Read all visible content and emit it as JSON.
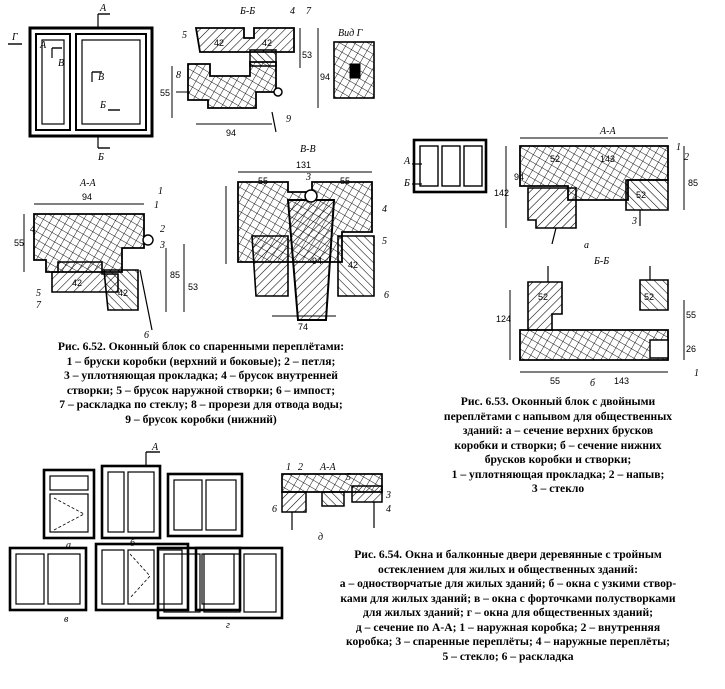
{
  "fig652": {
    "lines": [
      "Рис. 6.52. Оконный блок со спаренными переплётами:",
      "1 – бруски коробки (верхний и боковые); 2 – петля;",
      "3 – уплотняющая прокладка; 4 – брусок внутренней",
      "створки; 5 – брусок наружной створки; 6 – импост;",
      "7 – раскладка по стеклу; 8 – прорези для отвода воды;",
      "9 – брусок коробки (нижний)"
    ],
    "labels": {
      "elev_a1": "А",
      "elev_a2": "А",
      "elev_b1": "Б",
      "elev_b2": "Б",
      "elev_v1": "В",
      "elev_v2": "В",
      "elev_g": "Г",
      "bb": "Б-Б",
      "view_g": "Вид Г",
      "aa": "А-А",
      "vv": "В-В"
    },
    "dims": {
      "bb_42a": "42",
      "bb_42b": "42",
      "bb_53": "53",
      "bb_94v": "94",
      "bb_55": "55",
      "bb_94h": "94",
      "aa_94": "94",
      "aa_55": "55",
      "aa_42a": "42",
      "aa_42b": "42",
      "aa_85": "85",
      "aa_53": "53",
      "vv_131": "131",
      "vv_55a": "55",
      "vv_55b": "55",
      "vv_74": "74",
      "vv_94": "94",
      "vv_42": "42"
    },
    "callouts": {
      "c1": "1",
      "c2": "2",
      "c3": "3",
      "c4": "4",
      "c5": "5",
      "c6": "6",
      "c7": "7",
      "c8": "8",
      "c9": "9",
      "c5b": "5",
      "c4b": "4",
      "c7b": "7",
      "c3v": "3",
      "c4v": "4",
      "c6v": "6",
      "c5v": "5",
      "c1b": "1"
    }
  },
  "fig653": {
    "lines": [
      "Рис. 6.53. Оконный блок с двойными",
      "переплётами с напывом для общественных",
      "зданий: а – сечение верхних брусков",
      "коробки и створки; б – сечение нижних",
      "брусков коробки и створки;",
      "1 – уплотняющая прокладка; 2 – напыв;",
      "3 – стекло"
    ],
    "labels": {
      "aa": "А-А",
      "bb": "Б-Б",
      "a": "а",
      "b": "б",
      "elev_a": "А",
      "elev_b": "Б"
    },
    "dims": {
      "a_52": "52",
      "a_143": "143",
      "a_142": "142",
      "a_94": "94",
      "a_52b": "52",
      "a_85": "85",
      "b_52": "52",
      "b_124": "124",
      "b_52b": "52",
      "b_55": "55",
      "b_143": "143",
      "b_26": "26",
      "b_55b": "55"
    },
    "callouts": {
      "c1": "1",
      "c2": "2",
      "c3": "3",
      "c1b": "1"
    }
  },
  "fig654": {
    "lines": [
      "Рис. 6.54. Окна и балконные двери деревянные с тройным",
      "остеклением для жилых и общественных зданий:",
      "а – одностворчатые для жилых зданий; б – окна с узкими створ-",
      "ками для жилых зданий; в – окна с форточками полустворками",
      "для жилых зданий; г – окна для общественных зданий;",
      "д – сечение по А-А; 1 – наружная коробка; 2 – внутренняя",
      "коробка; 3 – спаренные переплёты; 4 – наружные переплёты;",
      "5 – стекло; 6 – раскладка"
    ],
    "labels": {
      "a": "а",
      "b": "б",
      "v": "в",
      "g": "г",
      "d": "д",
      "aa": "А-А",
      "elev_a": "А"
    },
    "callouts": {
      "c1": "1",
      "c2": "2",
      "c3": "3",
      "c4": "4",
      "c5": "5",
      "c6": "6"
    }
  }
}
